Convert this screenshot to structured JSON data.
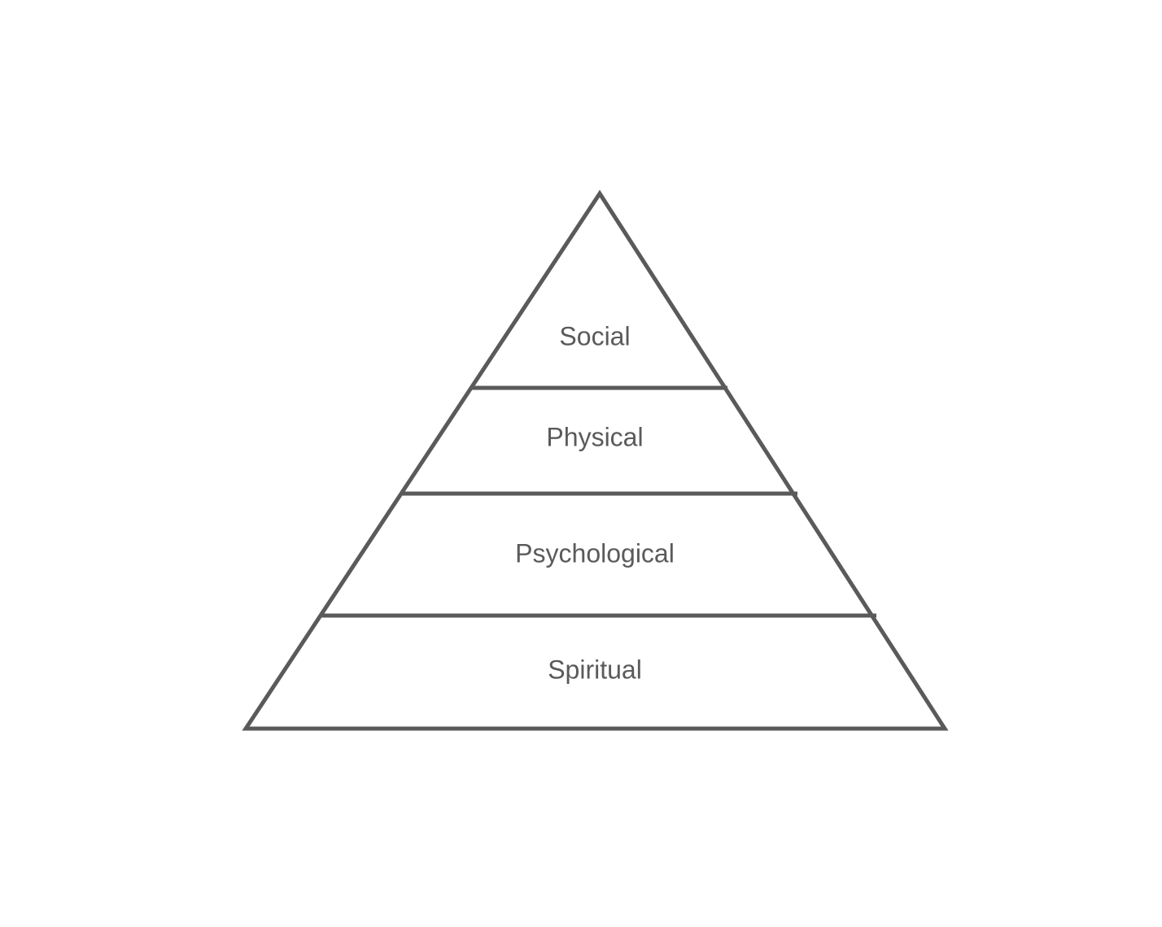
{
  "diagram": {
    "type": "pyramid",
    "colors": {
      "stroke": "#5a5a5a",
      "text": "#5a5a5a",
      "background": "#ffffff"
    },
    "tiers": [
      {
        "label": "Social"
      },
      {
        "label": "Physical"
      },
      {
        "label": "Psychological"
      },
      {
        "label": "Spiritual"
      }
    ]
  }
}
